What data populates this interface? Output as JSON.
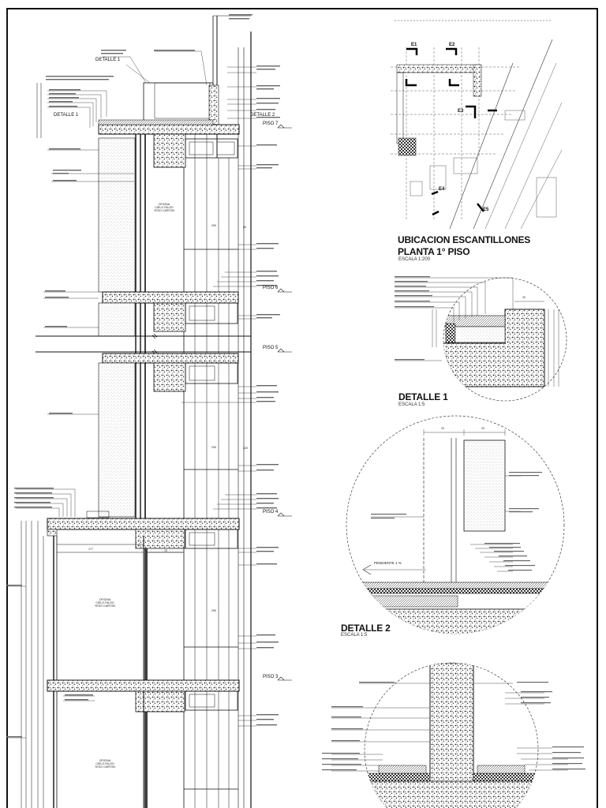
{
  "sheet": {
    "frame_color": "#111111",
    "concrete_fill": "#888888"
  },
  "titles": {
    "location_line1": "UBICACION ESCANTILLONES",
    "location_line2": "PLANTA 1° PISO",
    "location_scale": "ESCALA 1:200",
    "detail1": "DETALLE 1",
    "detail1_scale": "ESCALA 1:5",
    "detail2": "DETALLE 2",
    "detail2_scale": "ESCALA 1:5"
  },
  "section": {
    "level_tags": [
      "PISO 7",
      "PISO 6",
      "PISO 5",
      "PISO 4",
      "PISO 3"
    ],
    "detail_callouts": [
      "DETALLE 1",
      "DETALLE 2",
      "DETALLE 1"
    ],
    "room_labels": [
      [
        "OFICINA",
        "CIELO FALSO",
        "YESO CARTON"
      ],
      [
        "OFICINA",
        "CIELO FALSO",
        "YESO CARTON"
      ],
      [
        "OFICINA",
        "CIELO FALSO",
        "YESO CARTON"
      ]
    ],
    "dimensions": [
      "177",
      "10",
      "290",
      "80",
      "290",
      "320",
      "290"
    ]
  },
  "plan": {
    "markers": [
      "E1",
      "E2",
      "E3",
      "E4",
      "E5"
    ]
  },
  "detail1": {
    "dimension": "20"
  },
  "detail2": {
    "dimensions": [
      "20",
      "20"
    ],
    "slope_note": "PENDIENTE 1 %"
  }
}
